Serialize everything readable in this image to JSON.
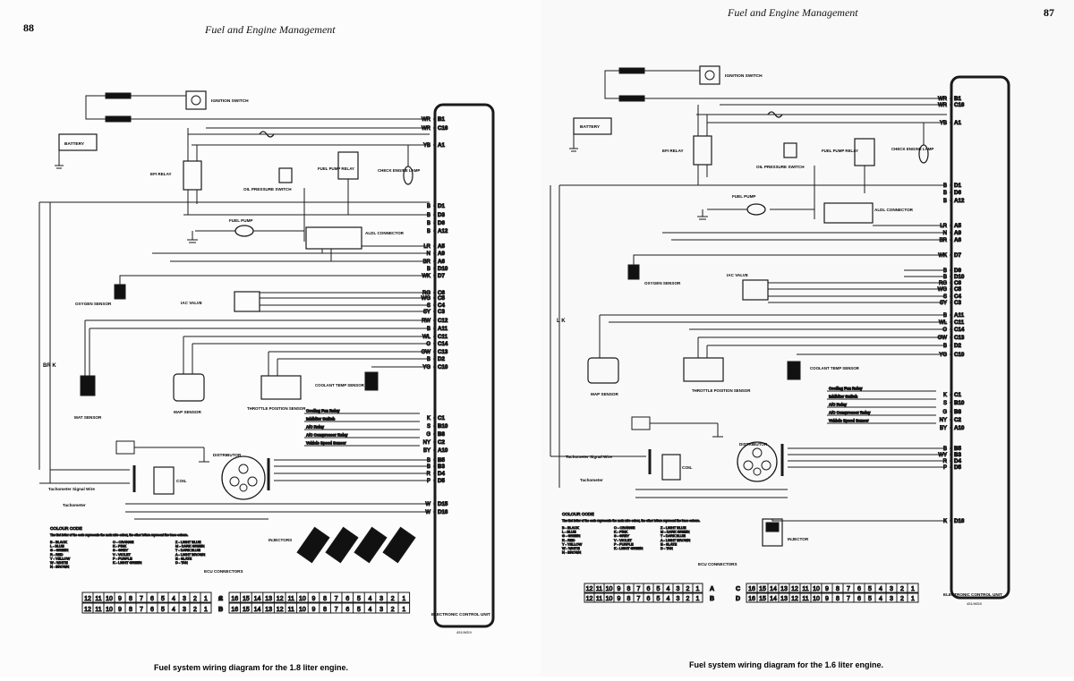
{
  "left": {
    "page_number": "88",
    "header": "Fuel and Engine Management",
    "caption": "Fuel system wiring diagram for the 1.8 liter engine.",
    "ecu_label": "ELECTRONIC CONTROL UNIT",
    "code": "451/WD9",
    "components": {
      "ignition": "IGNITION SWITCH",
      "battery": "BATTERY",
      "efi": "EFI RELAY",
      "oil": "OIL PRESSURE SWITCH",
      "fuel_relay": "FUEL PUMP RELAY",
      "check_lamp": "CHECK ENGINE LAMP",
      "fuel_pump": "FUEL PUMP",
      "aldl": "ALDL CONNECTOR",
      "o2": "OXYGEN SENSOR",
      "iac": "IAC VALVE",
      "mat": "MAT SENSOR",
      "map": "MAP SENSOR",
      "tps": "THROTTLE POSITION SENSOR",
      "coolant": "COOLANT TEMP SENSOR",
      "distributor": "DISTRIBUTOR",
      "coil": "COIL",
      "tach_signal": "Tachometer Signal Wire",
      "tach": "Tachometer",
      "injectors": "INJECTORS",
      "ecu_connectors": "ECU CONNECTORS",
      "side_label": "BR K"
    },
    "aux_lines": [
      "Cooling Fan Relay",
      "Inhibitor Switch",
      "A/C Relay",
      "A/C Compressor Relay",
      "Vehicle Speed Sensor"
    ],
    "pins": [
      {
        "wire": "WR",
        "pin": "B1"
      },
      {
        "wire": "WR",
        "pin": "C16"
      },
      {
        "wire": "YB",
        "pin": "A1"
      },
      {
        "wire": "B",
        "pin": "D1"
      },
      {
        "wire": "B",
        "pin": "D3"
      },
      {
        "wire": "B",
        "pin": "D6"
      },
      {
        "wire": "B",
        "pin": "A12"
      },
      {
        "wire": "LR",
        "pin": "A5"
      },
      {
        "wire": "N",
        "pin": "A9"
      },
      {
        "wire": "BR",
        "pin": "A6"
      },
      {
        "wire": "B",
        "pin": "D10"
      },
      {
        "wire": "WK",
        "pin": "D7"
      },
      {
        "wire": "RG",
        "pin": "C6"
      },
      {
        "wire": "WG",
        "pin": "C5"
      },
      {
        "wire": "S",
        "pin": "C4"
      },
      {
        "wire": "SY",
        "pin": "C3"
      },
      {
        "wire": "RW",
        "pin": "C12"
      },
      {
        "wire": "B",
        "pin": "A11"
      },
      {
        "wire": "WL",
        "pin": "C11"
      },
      {
        "wire": "O",
        "pin": "C14"
      },
      {
        "wire": "GW",
        "pin": "C13"
      },
      {
        "wire": "B",
        "pin": "D2"
      },
      {
        "wire": "YG",
        "pin": "C10"
      },
      {
        "wire": "K",
        "pin": "C1"
      },
      {
        "wire": "S",
        "pin": "B10"
      },
      {
        "wire": "G",
        "pin": "B8"
      },
      {
        "wire": "NY",
        "pin": "C2"
      },
      {
        "wire": "BY",
        "pin": "A10"
      },
      {
        "wire": "B",
        "pin": "B5"
      },
      {
        "wire": "B",
        "pin": "B3"
      },
      {
        "wire": "R",
        "pin": "D4"
      },
      {
        "wire": "P",
        "pin": "D5"
      },
      {
        "wire": "W",
        "pin": "D15"
      },
      {
        "wire": "W",
        "pin": "D16"
      }
    ],
    "connA": [
      "12",
      "11",
      "10",
      "9",
      "8",
      "7",
      "6",
      "5",
      "4",
      "3",
      "2",
      "1"
    ],
    "connC": [
      "16",
      "15",
      "14",
      "13",
      "12",
      "11",
      "10",
      "9",
      "8",
      "7",
      "6",
      "5",
      "4",
      "3",
      "2",
      "1"
    ]
  },
  "right": {
    "page_number": "87",
    "header": "Fuel and Engine Management",
    "caption": "Fuel system wiring diagram for the 1.6 liter engine.",
    "ecu_label": "ELECTRONIC CONTROL UNIT",
    "code": "451/WD8",
    "components": {
      "ignition": "IGNITION SWITCH",
      "battery": "BATTERY",
      "efi": "EFI RELAY",
      "oil": "OIL PRESSURE SWITCH",
      "fuel_relay": "FUEL PUMP RELAY",
      "check_lamp": "CHECK ENGINE LAMP",
      "fuel_pump": "FUEL PUMP",
      "aldl": "ALDL CONNECTOR",
      "o2": "OXYGEN SENSOR",
      "iac": "IAC VALVE",
      "map": "MAP SENSOR",
      "tps": "THROTTLE POSITION SENSOR",
      "coolant": "COOLANT TEMP SENSOR",
      "distributor": "DISTRIBUTOR",
      "coil": "COIL",
      "tach_signal": "Tachometer Signal Wire",
      "tach": "Tachometer",
      "injector": "INJECTOR",
      "ecu_connectors": "ECU CONNECTORS",
      "side_label": "L K"
    },
    "aux_lines": [
      "Cooling Fan Relay",
      "Inhibitor Switch",
      "A/C Relay",
      "A/C Compressor Relay",
      "Vehicle Speed Sensor"
    ],
    "pins": [
      {
        "wire": "WR",
        "pin": "B1"
      },
      {
        "wire": "WR",
        "pin": "C16"
      },
      {
        "wire": "YB",
        "pin": "A1"
      },
      {
        "wire": "B",
        "pin": "D1"
      },
      {
        "wire": "B",
        "pin": "D6"
      },
      {
        "wire": "B",
        "pin": "A12"
      },
      {
        "wire": "LR",
        "pin": "A5"
      },
      {
        "wire": "N",
        "pin": "A9"
      },
      {
        "wire": "BR",
        "pin": "A6"
      },
      {
        "wire": "WK",
        "pin": "D7"
      },
      {
        "wire": "B",
        "pin": "D9"
      },
      {
        "wire": "B",
        "pin": "D10"
      },
      {
        "wire": "RG",
        "pin": "C6"
      },
      {
        "wire": "WG",
        "pin": "C5"
      },
      {
        "wire": "S",
        "pin": "C4"
      },
      {
        "wire": "SY",
        "pin": "C3"
      },
      {
        "wire": "B",
        "pin": "A11"
      },
      {
        "wire": "WL",
        "pin": "C11"
      },
      {
        "wire": "O",
        "pin": "C14"
      },
      {
        "wire": "GW",
        "pin": "C13"
      },
      {
        "wire": "B",
        "pin": "D2"
      },
      {
        "wire": "YG",
        "pin": "C10"
      },
      {
        "wire": "K",
        "pin": "C1"
      },
      {
        "wire": "S",
        "pin": "B10"
      },
      {
        "wire": "G",
        "pin": "B8"
      },
      {
        "wire": "NY",
        "pin": "C2"
      },
      {
        "wire": "BY",
        "pin": "A10"
      },
      {
        "wire": "B",
        "pin": "B5"
      },
      {
        "wire": "WY",
        "pin": "B3"
      },
      {
        "wire": "R",
        "pin": "D4"
      },
      {
        "wire": "P",
        "pin": "D5"
      },
      {
        "wire": "K",
        "pin": "D16"
      }
    ],
    "connA": [
      "12",
      "11",
      "10",
      "9",
      "8",
      "7",
      "6",
      "5",
      "4",
      "3",
      "2",
      "1"
    ],
    "connC": [
      "16",
      "15",
      "14",
      "13",
      "12",
      "11",
      "10",
      "9",
      "8",
      "7",
      "6",
      "5",
      "4",
      "3",
      "2",
      "1"
    ]
  },
  "colour_code": {
    "title": "COLOUR CODE",
    "note": "The first letter of the code represents the main wire colour, the other letters represent the trace colours.",
    "columns": [
      [
        "B - BLACK",
        "L - BLUE",
        "G - GREEN",
        "R - RED",
        "Y - YELLOW",
        "W - WHITE",
        "N - BROWN"
      ],
      [
        "O - ORANGE",
        "K - PINK",
        "S - GREY",
        "V - VIOLET",
        "P - PURPLE",
        "K - LIGHT GREEN"
      ],
      [
        "Z - LIGHT BLUE",
        "M - DARK GREEN",
        "T - DARK BLUE",
        "A - LIGHT BROWN",
        "E - SLATE",
        "D - TAN"
      ]
    ]
  }
}
